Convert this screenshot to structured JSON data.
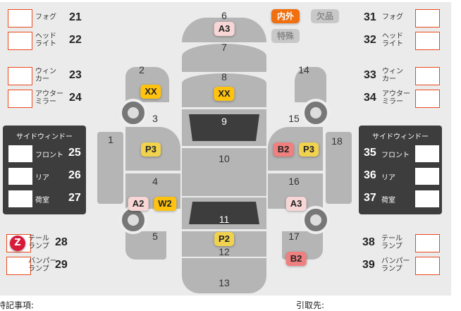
{
  "left_items": [
    {
      "label": "フォグ",
      "num": "21"
    },
    {
      "label": "ヘッド\nライト",
      "num": "22"
    },
    {
      "label": "ウィン\nカー",
      "num": "23"
    },
    {
      "label": "アウター\nミラー",
      "num": "24"
    },
    {
      "label": "テール\nランプ",
      "num": "28"
    },
    {
      "label": "バンパー\nランプ",
      "num": "29"
    }
  ],
  "right_items": [
    {
      "label": "フォグ",
      "num": "31"
    },
    {
      "label": "ヘッド\nライト",
      "num": "32"
    },
    {
      "label": "ウィン\nカー",
      "num": "33"
    },
    {
      "label": "アウター\nミラー",
      "num": "34"
    },
    {
      "label": "テール\nランプ",
      "num": "38"
    },
    {
      "label": "バンパー\nランプ",
      "num": "39"
    }
  ],
  "left_panel": {
    "title": "サイドウィンドー",
    "rows": [
      {
        "label": "フロント",
        "num": "25"
      },
      {
        "label": "リア",
        "num": "26"
      },
      {
        "label": "荷室",
        "num": "27"
      }
    ]
  },
  "right_panel": {
    "title": "サイドウィンドー",
    "rows": [
      {
        "label": "フロント",
        "num": "35"
      },
      {
        "label": "リア",
        "num": "36"
      },
      {
        "label": "荷室",
        "num": "37"
      }
    ]
  },
  "tags": {
    "inout": "内外",
    "missing": "欠品",
    "special": "特殊"
  },
  "z_marker": "Z",
  "parts": {
    "p1": "1",
    "p2": "2",
    "p3": "3",
    "p4": "4",
    "p5": "5",
    "p6": "6",
    "p7": "7",
    "p8": "8",
    "p9": "9",
    "p10": "10",
    "p11": "11",
    "p12": "12",
    "p13": "13",
    "p14": "14",
    "p15": "15",
    "p16": "16",
    "p17": "17",
    "p18": "18"
  },
  "badges": {
    "roof_a3": "A3",
    "hood_xx": "XX",
    "lf_xx": "XX",
    "ld_p3": "P3",
    "lr_a2": "A2",
    "lr_w2": "W2",
    "trunk_p2": "P2",
    "rd_b2": "B2",
    "rd_p3": "P3",
    "rr_a3": "A3",
    "rq_b2": "B2"
  },
  "footer": {
    "notes": "特記事項:",
    "pickup": "引取先:"
  },
  "colors": {
    "accent": "#f07010",
    "box_border": "#e8491d"
  }
}
